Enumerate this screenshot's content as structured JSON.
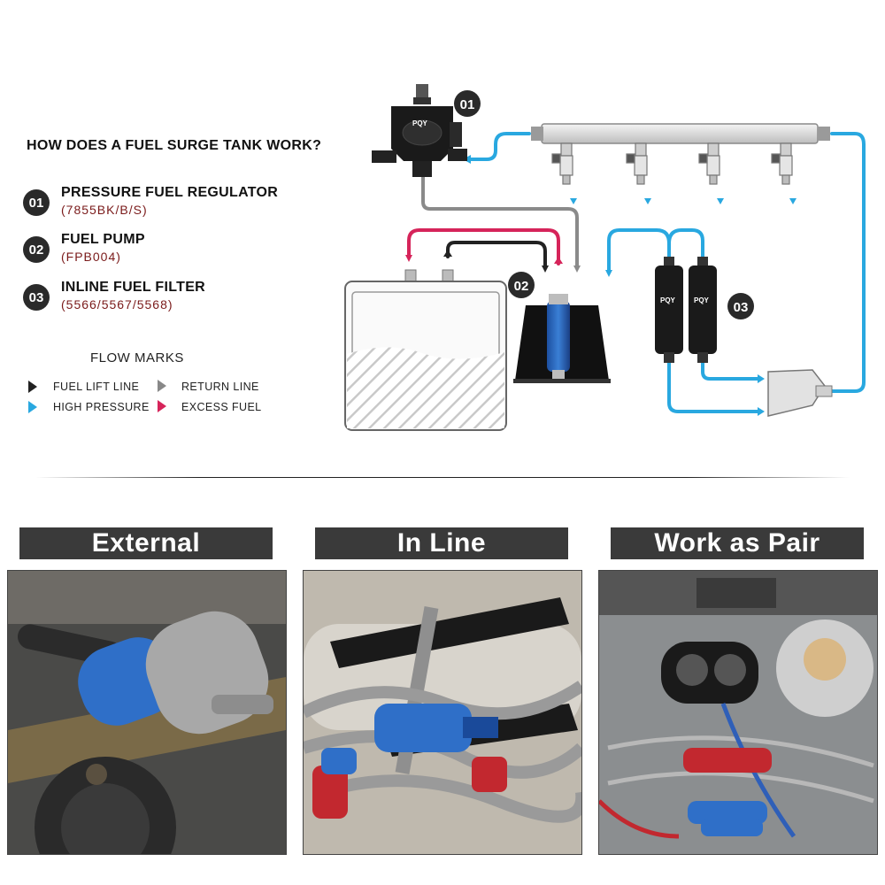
{
  "headline": "HOW DOES A FUEL SURGE TANK WORK?",
  "components": [
    {
      "num": "01",
      "name": "PRESSURE FUEL REGULATOR",
      "code": "(7855BK/B/S)"
    },
    {
      "num": "02",
      "name": "FUEL PUMP",
      "code": "(FPB004)"
    },
    {
      "num": "03",
      "name": "INLINE FUEL FILTER",
      "code": "(5566/5567/5568)"
    }
  ],
  "flow_marks": {
    "title": "FLOW MARKS",
    "items": [
      {
        "label": "FUEL LIFT LINE",
        "color": "#222222"
      },
      {
        "label": "RETURN LINE",
        "color": "#888888"
      },
      {
        "label": "HIGH PRESSURE",
        "color": "#29a8e0"
      },
      {
        "label": "EXCESS FUEL",
        "color": "#d6245a"
      }
    ]
  },
  "diagram": {
    "callouts": [
      "01",
      "02",
      "03"
    ],
    "brand": "PQY"
  },
  "panels": [
    {
      "title": "External"
    },
    {
      "title": "In Line"
    },
    {
      "title": "Work as Pair"
    }
  ],
  "colors": {
    "high_pressure": "#29a8e0",
    "return": "#888888",
    "excess": "#d6245a",
    "lift": "#222222",
    "badge": "#2a2a2a",
    "banner": "#3a3a3a"
  }
}
